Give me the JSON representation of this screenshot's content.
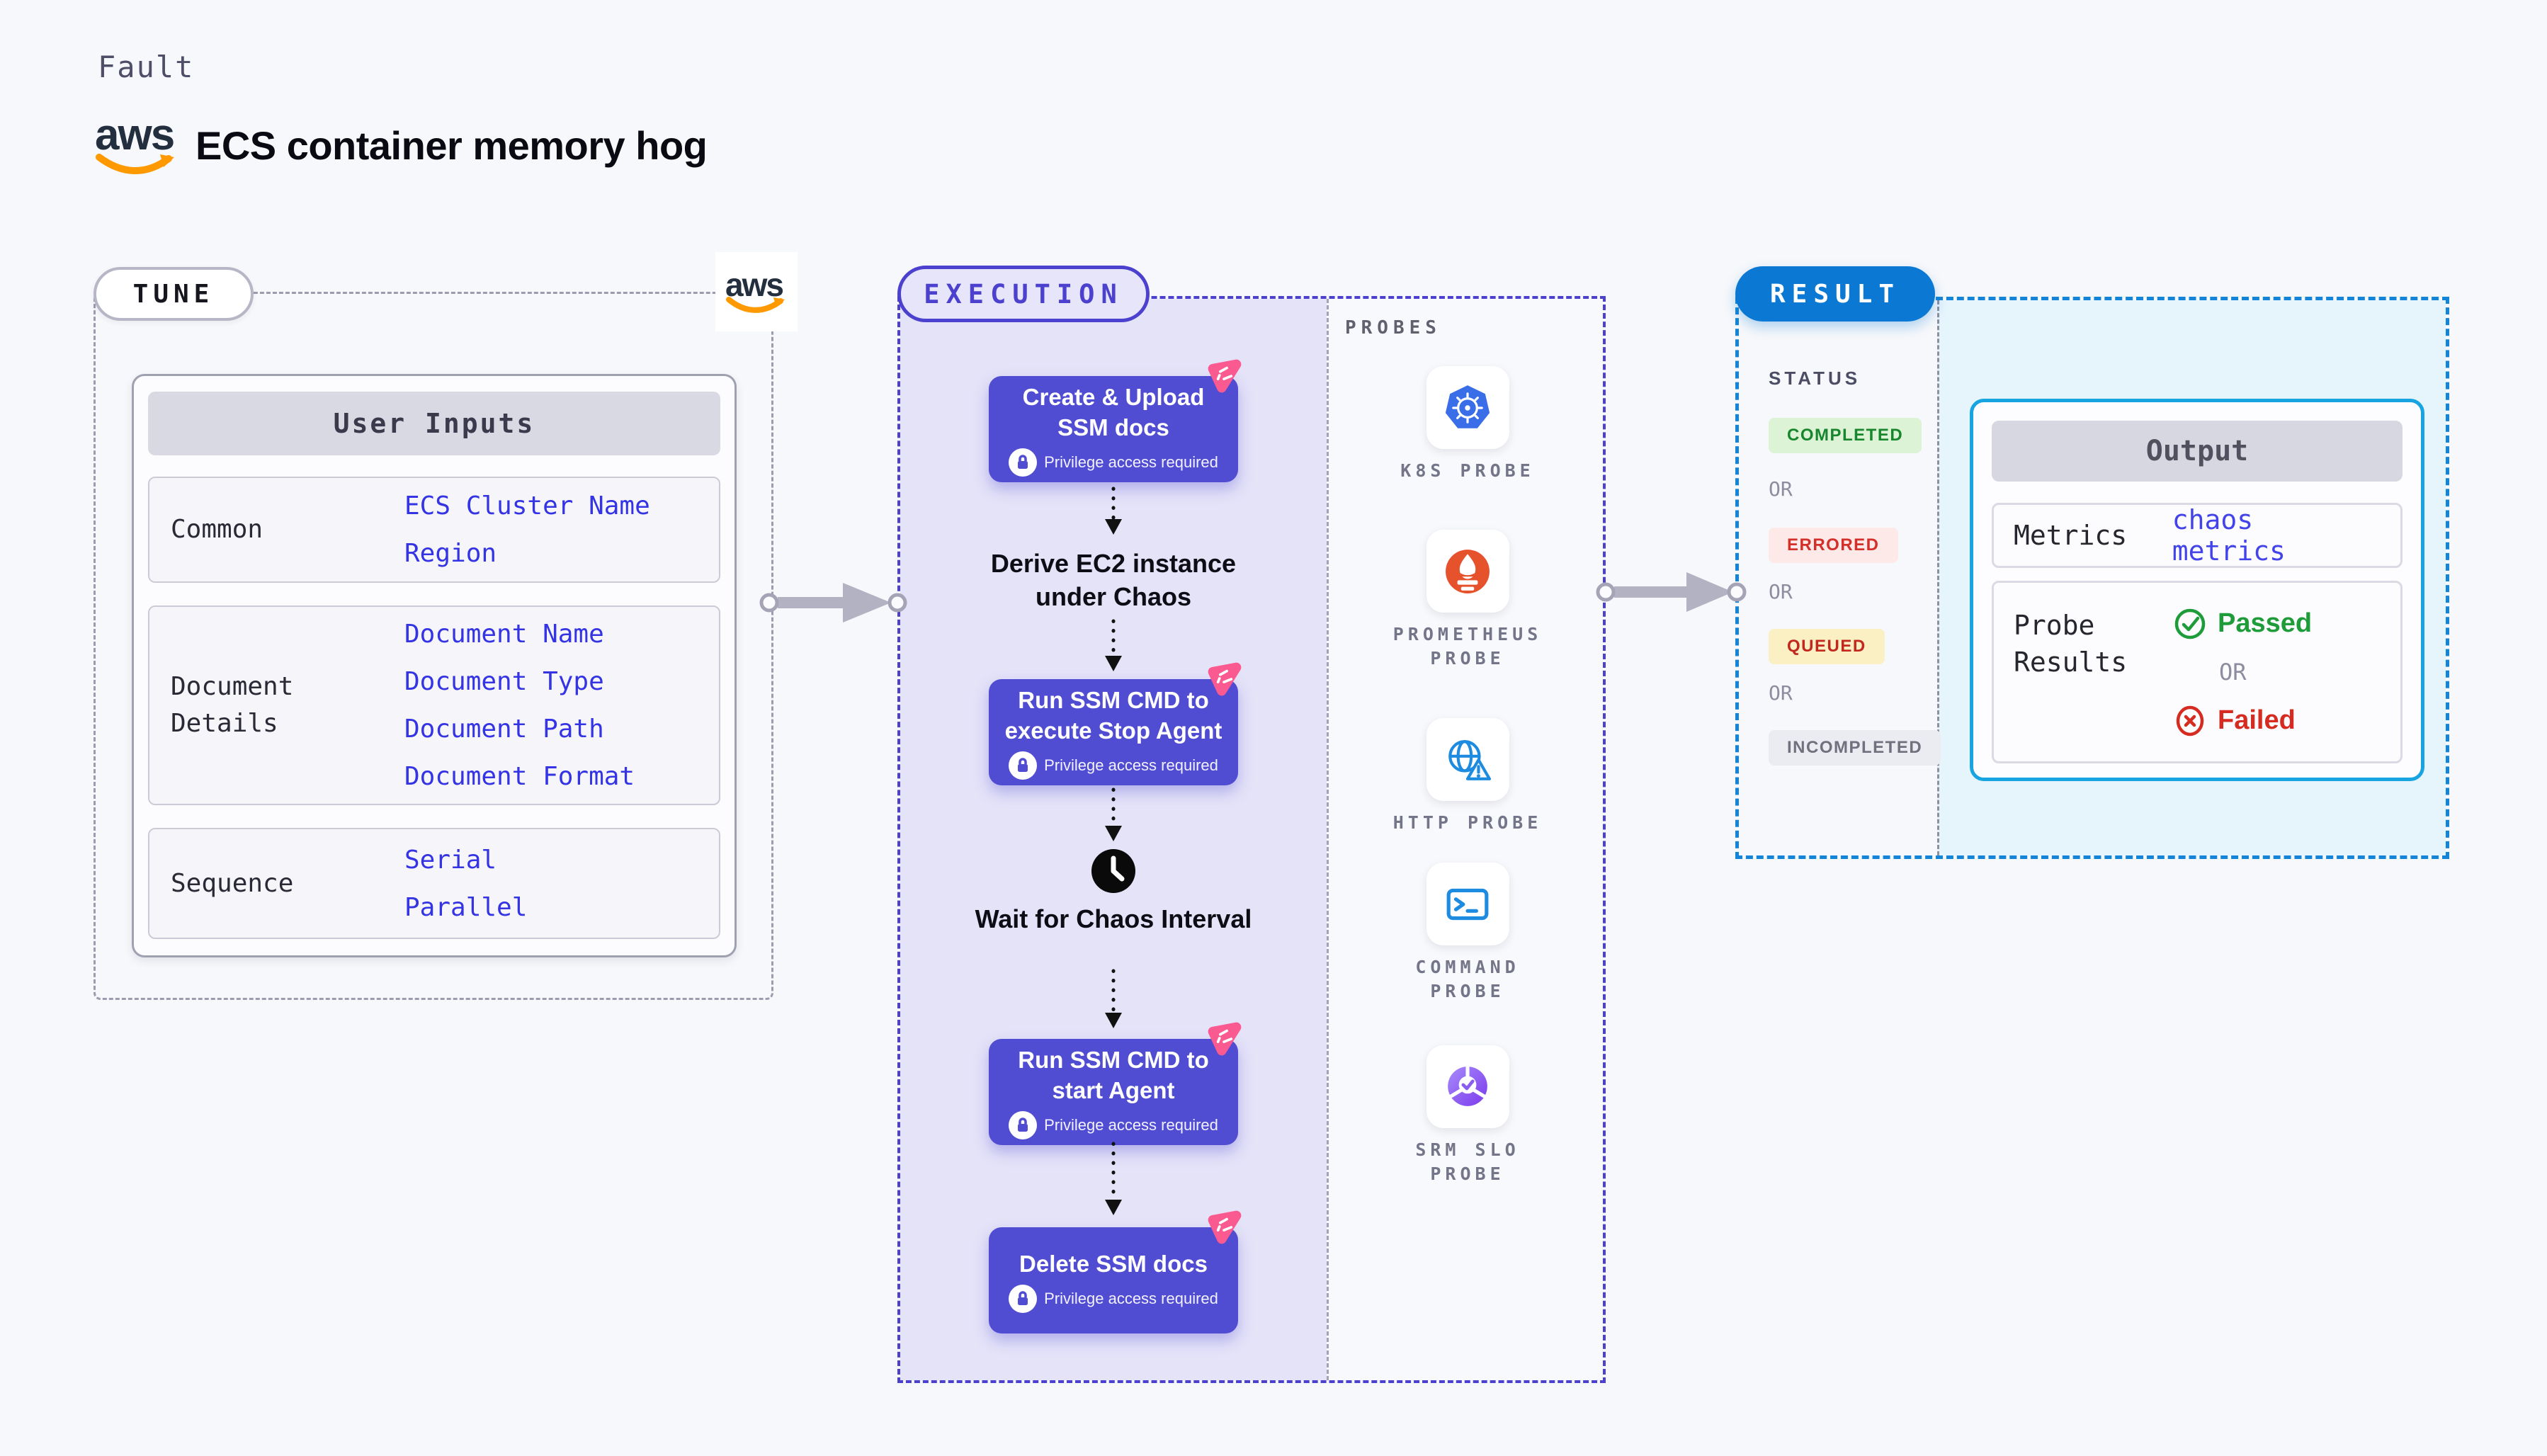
{
  "page": {
    "fault_label": "Fault",
    "title": "ECS container memory hog"
  },
  "brand": {
    "logo_text": "aws"
  },
  "tune": {
    "pill": "TUNE",
    "table": {
      "header": "User Inputs",
      "rows": [
        {
          "label": "Common",
          "values": [
            "ECS Cluster Name",
            "Region"
          ]
        },
        {
          "label": "Document Details",
          "values": [
            "Document Name",
            "Document Type",
            "Document Path",
            "Document Format"
          ]
        },
        {
          "label": "Sequence",
          "values": [
            "Serial",
            "Parallel"
          ]
        }
      ]
    }
  },
  "execution": {
    "pill": "EXECUTION",
    "privilege_note": "Privilege access required",
    "steps": [
      {
        "label": "Create & Upload SSM docs",
        "type": "action"
      },
      {
        "label": "Derive EC2 instance under Chaos",
        "type": "text"
      },
      {
        "label": "Run SSM CMD to execute Stop Agent",
        "type": "action"
      },
      {
        "label": "Wait for Chaos Interval",
        "type": "wait"
      },
      {
        "label": "Run SSM CMD to start Agent",
        "type": "action"
      },
      {
        "label": "Delete SSM docs",
        "type": "action"
      }
    ],
    "probes": {
      "header": "PROBES",
      "items": [
        {
          "label": "K8S PROBE",
          "icon": "kubernetes-icon"
        },
        {
          "label": "PROMETHEUS PROBE",
          "icon": "prometheus-icon"
        },
        {
          "label": "HTTP PROBE",
          "icon": "globe-warning-icon"
        },
        {
          "label": "COMMAND PROBE",
          "icon": "terminal-icon"
        },
        {
          "label": "SRM SLO PROBE",
          "icon": "slo-pie-icon"
        }
      ]
    }
  },
  "result": {
    "pill": "RESULT",
    "status": {
      "header": "STATUS",
      "separator": "OR",
      "badges": [
        {
          "label": "COMPLETED",
          "kind": "completed"
        },
        {
          "label": "ERRORED",
          "kind": "errored"
        },
        {
          "label": "QUEUED",
          "kind": "queued"
        },
        {
          "label": "INCOMPLETED",
          "kind": "incompleted"
        }
      ]
    },
    "output": {
      "header": "Output",
      "metrics_label": "Metrics",
      "metrics_value": "chaos metrics",
      "probe_results_label": "Probe Results",
      "passed": "Passed",
      "separator": "OR",
      "failed": "Failed"
    }
  },
  "colors": {
    "page_bg": "#f7f8fb",
    "accent_indigo": "#4b41ce",
    "step_box": "#514dd3",
    "flow_bg": "#e5e3f8",
    "chaos_badge_pink": "#fa5a90",
    "result_blue": "#0b79d4",
    "result_panel_bg": "#e6f4fc",
    "output_border": "#17a4e0",
    "value_blue": "#3434e4",
    "passed_green": "#1f9c3a",
    "failed_red": "#d62b20",
    "completed_green": "#17862c",
    "errored_red": "#d3302a",
    "queued_yellow_bg": "#fbefc4",
    "aws_orange": "#ff9900",
    "aws_navy": "#232f3e"
  }
}
